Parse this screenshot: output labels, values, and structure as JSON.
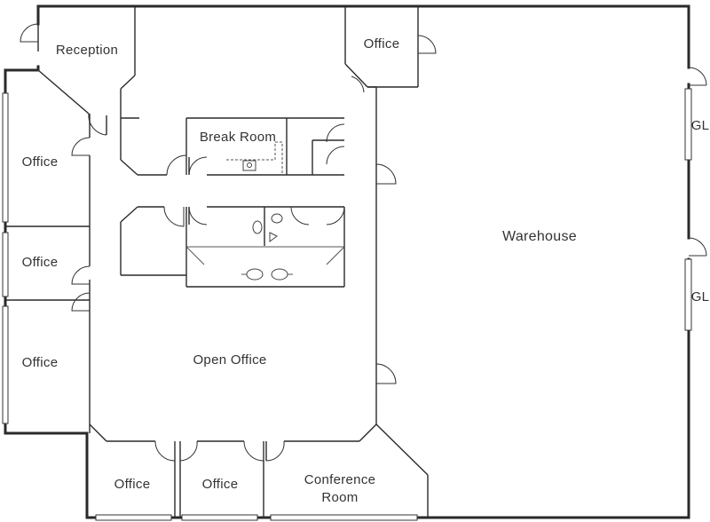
{
  "floor_plan": {
    "rooms": {
      "reception": "Reception",
      "office_top": "Office",
      "break_room": "Break Room",
      "office_left_1": "Office",
      "office_left_2": "Office",
      "office_left_3": "Office",
      "open_office": "Open Office",
      "warehouse": "Warehouse",
      "office_bottom_1": "Office",
      "office_bottom_2": "Office",
      "conference_line1": "Conference",
      "conference_line2": "Room"
    },
    "glazing": {
      "gl_top": "GL",
      "gl_bottom": "GL"
    }
  }
}
